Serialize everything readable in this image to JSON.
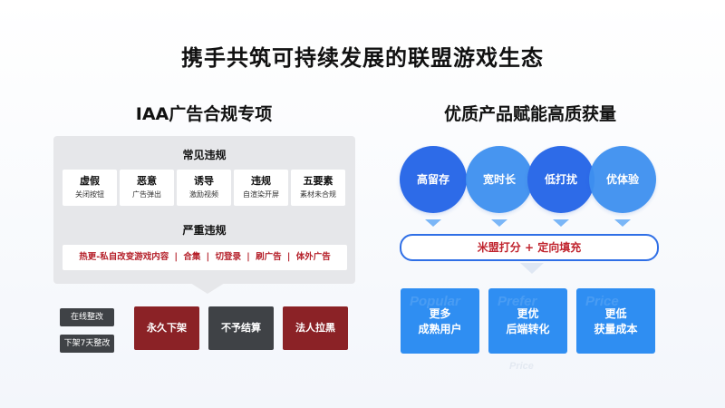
{
  "title": "携手共筑可持续发展的联盟游戏生态",
  "left": {
    "title": "IAA广告合规专项",
    "common": {
      "title": "常见违规",
      "cards": [
        {
          "main": "虚假",
          "sub": "关闭按钮"
        },
        {
          "main": "恶意",
          "sub": "广告弹出"
        },
        {
          "main": "诱导",
          "sub": "激励视频"
        },
        {
          "main": "违规",
          "sub": "自渲染开屏"
        },
        {
          "main": "五要素",
          "sub": "素材未合规"
        }
      ]
    },
    "severe": {
      "title": "严重违规",
      "items": [
        "热更-私自改变游戏内容",
        "合集",
        "切登录",
        "刷广告",
        "体外广告"
      ],
      "separator": "|"
    },
    "penalties": {
      "small": [
        "在线整改",
        "下架7天整改"
      ],
      "big": [
        "永久下架",
        "不予结算",
        "法人拉黑"
      ]
    }
  },
  "right": {
    "title": "优质产品赋能高质获量",
    "circles": [
      "高留存",
      "宽时长",
      "低打扰",
      "优体验"
    ],
    "strategy": "米盟打分 + 定向填充",
    "outcomes": [
      {
        "line1": "更多",
        "line2": "成熟用户",
        "watermark": "Popular"
      },
      {
        "line1": "更优",
        "line2": "后端转化",
        "watermark": "Prefer"
      },
      {
        "line1": "更低",
        "line2": "获量成本",
        "watermark": "Price"
      }
    ],
    "bottom_watermark": "Price"
  },
  "colors": {
    "dark_button": "#3f4246",
    "red_button": "#8b2226",
    "circle_blue_dark": "#2d6be8",
    "circle_blue_light": "#3e90f0",
    "outcome_blue": "#2f8ef2",
    "violation_red": "#b5202a"
  }
}
